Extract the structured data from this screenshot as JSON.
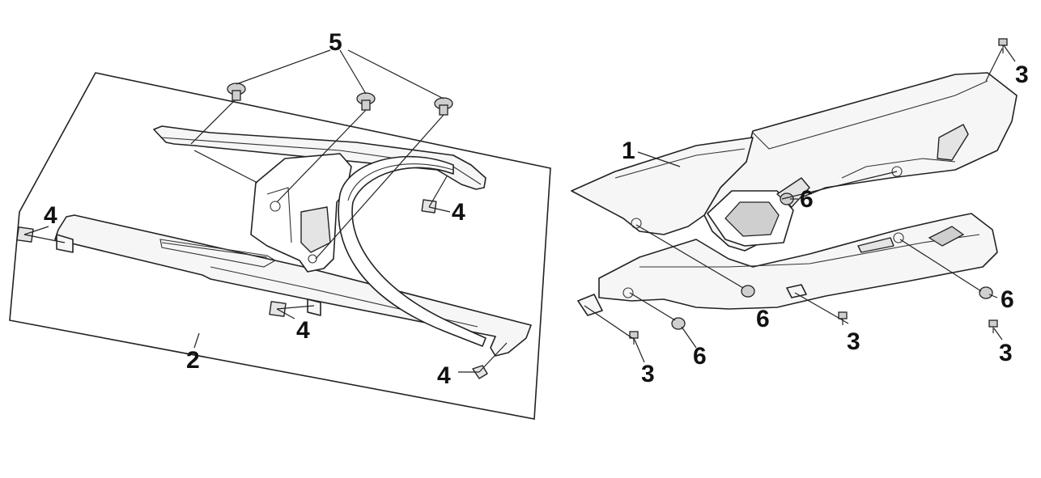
{
  "callouts": {
    "c1": "1",
    "c2": "2",
    "c3a": "3",
    "c3b": "3",
    "c3c": "3",
    "c3d": "3",
    "c4a": "4",
    "c4b": "4",
    "c4c": "4",
    "c4d": "4",
    "c5": "5",
    "c6a": "6",
    "c6b": "6",
    "c6c": "6",
    "c6d": "6"
  },
  "colors": {
    "line": "#222222",
    "fill": "#f6f6f6",
    "background": "#ffffff"
  }
}
